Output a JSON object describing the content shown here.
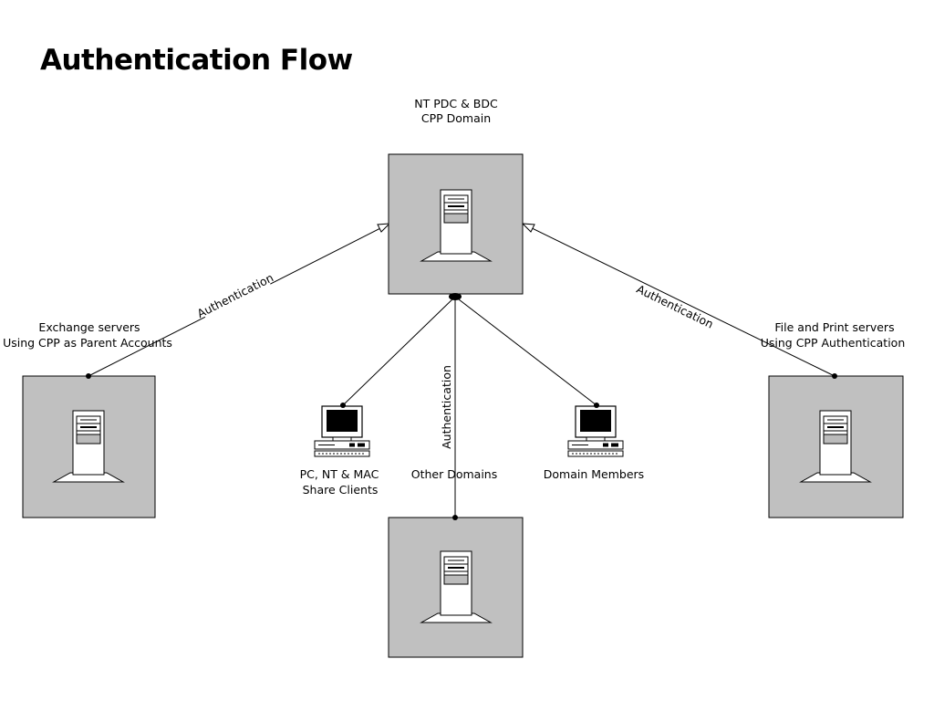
{
  "title": "Authentication Flow",
  "pdc": {
    "line1": "NT PDC & BDC",
    "line2": "CPP Domain"
  },
  "exchange": {
    "line1": "Exchange servers",
    "line2": "Using CPP as Parent Accounts"
  },
  "fileprint": {
    "line1": "File and Print servers",
    "line2": "Using CPP Authentication"
  },
  "pc_clients": {
    "line1": "PC, NT & MAC",
    "line2": "Share Clients"
  },
  "other_domains": {
    "label": "Other Domains"
  },
  "domain_members": {
    "label": "Domain Members"
  },
  "edge_labels": {
    "exchange_to_pdc": "Authentication",
    "fileprint_to_pdc": "Authentication",
    "other_to_pdc": "Authentication"
  },
  "colors": {
    "box_fill": "#c0c0c0",
    "background": "#ffffff",
    "line": "#000000"
  },
  "icons": {
    "server": "server-tower-icon",
    "workstation": "desktop-computer-icon"
  }
}
